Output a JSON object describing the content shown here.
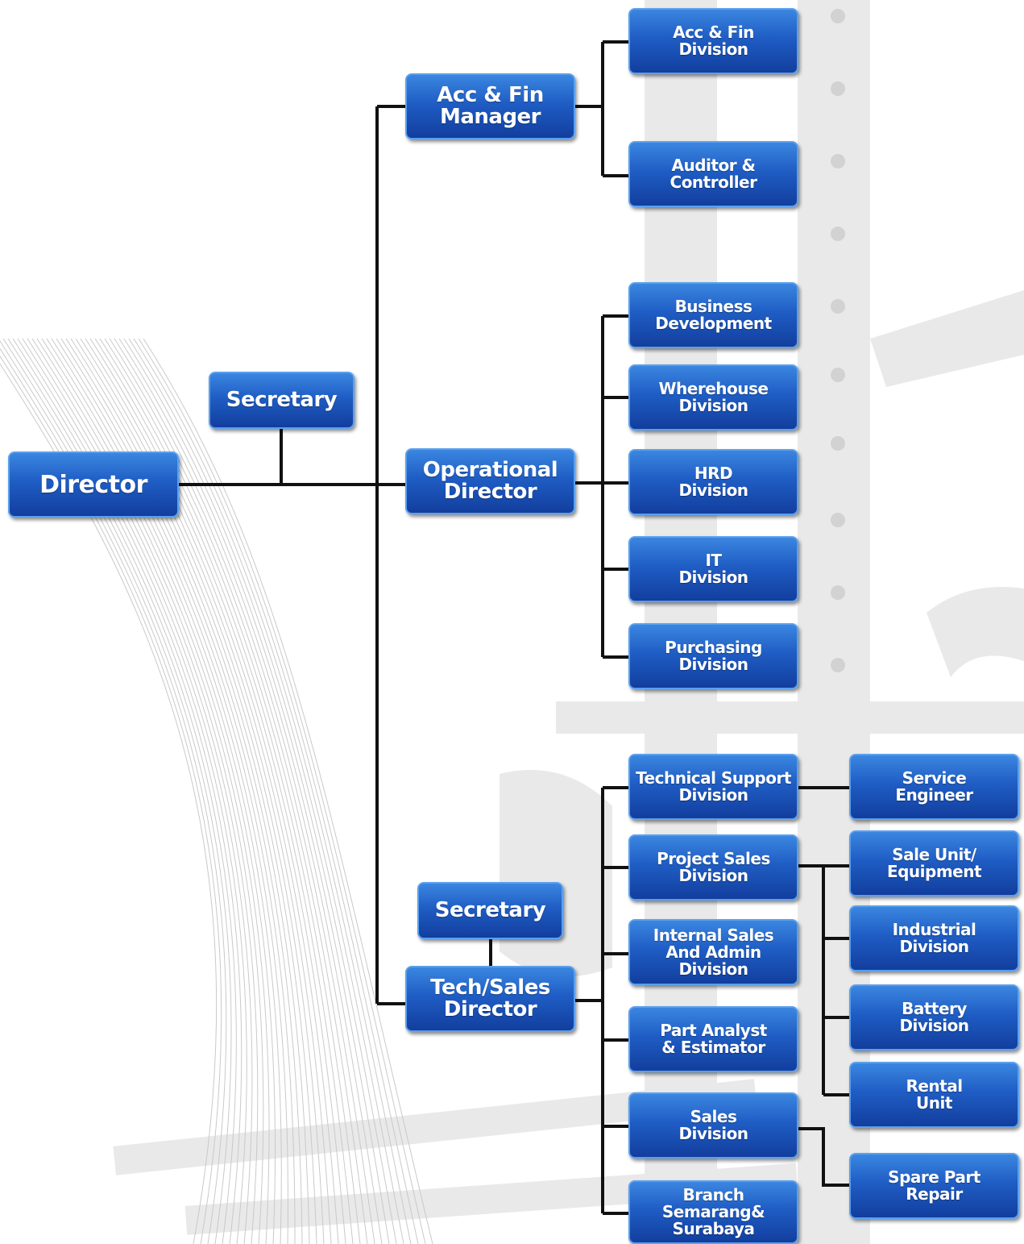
{
  "colors": {
    "box_top": "#3b86e0",
    "box_bottom": "#123e9e",
    "box_border": "#5aa0ee",
    "line": "#111111"
  },
  "nodes": {
    "director": "Director",
    "secretary_1": "Secretary",
    "acc_fin_manager": "Acc & Fin\nManager",
    "operational_director": "Operational\nDirector",
    "tech_sales_director": "Tech/Sales\nDirector",
    "secretary_2": "Secretary",
    "acc_fin_division": "Acc & Fin\nDivision",
    "auditor_controller": "Auditor &\nController",
    "business_development": "Business\nDevelopment",
    "wherehouse_division": "Wherehouse\nDivision",
    "hrd_division": "HRD\nDivision",
    "it_division": "IT\nDivision",
    "purchasing_division": "Purchasing\nDivision",
    "technical_support_division": "Technical Support\nDivision",
    "project_sales_division": "Project Sales\nDivision",
    "internal_sales_admin_division": "Internal Sales\nAnd Admin\nDivision",
    "part_analyst_estimator": "Part Analyst\n& Estimator",
    "sales_division": "Sales\nDivision",
    "branch_semarang_surabaya": "Branch\nSemarang&\nSurabaya",
    "service_engineer": "Service\nEngineer",
    "sale_unit_equipment": "Sale Unit/\nEquipment",
    "industrial_division": "Industrial\nDivision",
    "battery_division": "Battery\nDivision",
    "rental_unit": "Rental\nUnit",
    "spare_part_repair": "Spare Part\nRepair"
  }
}
